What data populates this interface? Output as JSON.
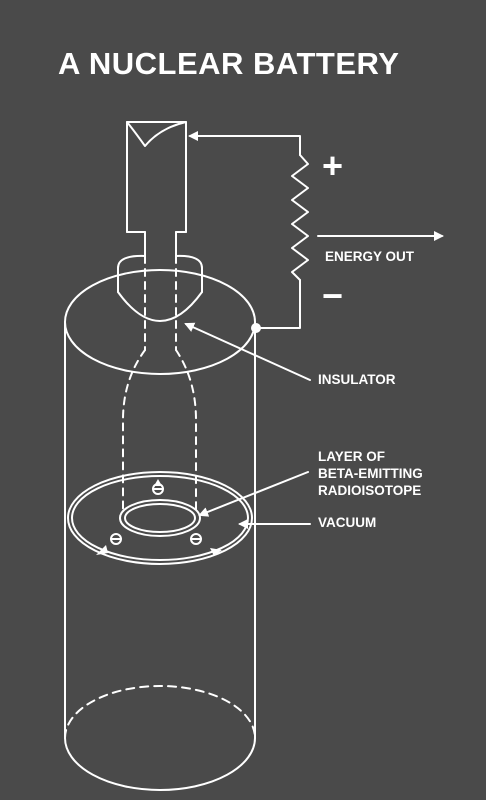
{
  "title": "A NUCLEAR BATTERY",
  "terminals": {
    "positive": "+",
    "negative": "−"
  },
  "labels": {
    "energy_out": "ENERGY OUT",
    "insulator": "INSULATOR",
    "layer_line1": "LAYER OF",
    "layer_line2": "BETA-EMITTING",
    "layer_line3": "RADIOISOTOPE",
    "vacuum": "VACUUM"
  },
  "colors": {
    "background": "#4a4a4a",
    "ink": "#ffffff"
  }
}
